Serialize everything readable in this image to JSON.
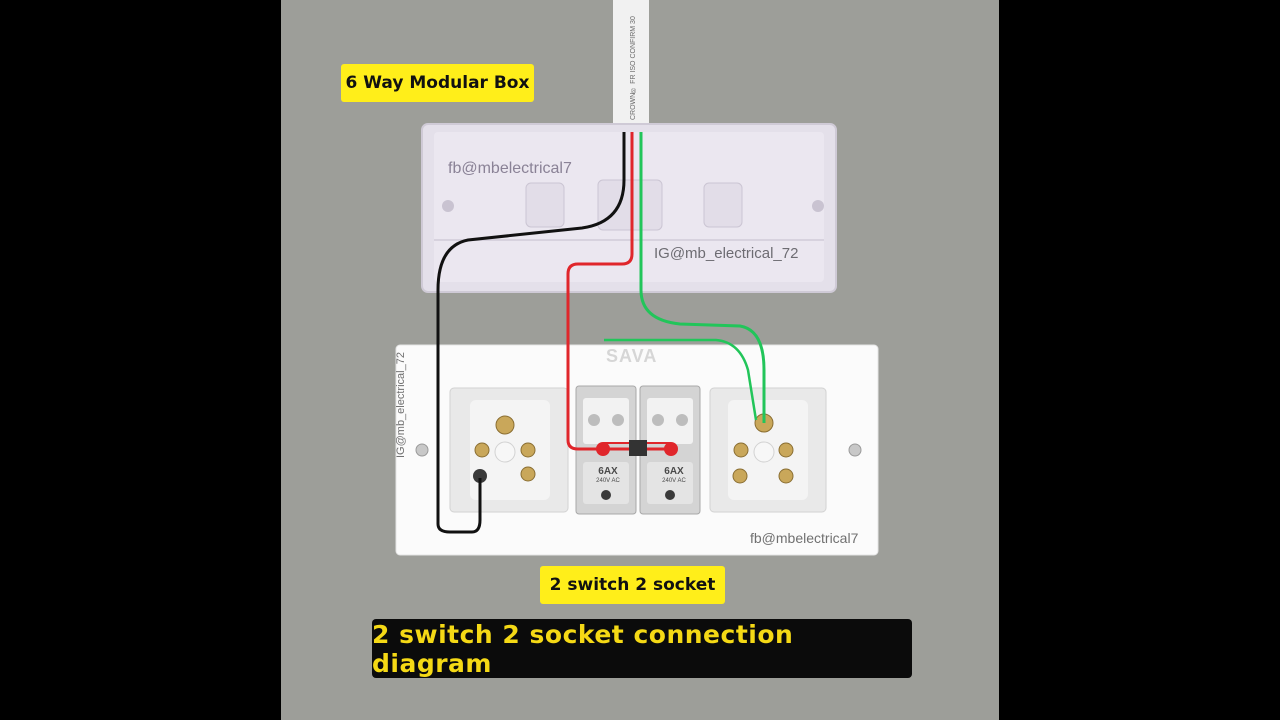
{
  "labels": {
    "box_label": "6 Way Modular Box",
    "panel_label": "2 switch 2 socket",
    "title": "2 switch 2 socket connection diagram"
  },
  "watermarks": {
    "box_fb": "fb@mbelectrical7",
    "box_ig": "IG@mb_electrical_72",
    "panel_fb": "fb@mbelectrical7",
    "panel_ig": "IG@mb_electrical_72"
  },
  "cable_print": "CROWN® FR ISO CONFIRM 30",
  "brand": "SAVA",
  "switch_rating": {
    "amp": "6AX",
    "volt": "240V AC"
  },
  "colors": {
    "background": "#9d9e99",
    "label_yellow": "#ffee1a",
    "title_text": "#f5d915",
    "wire_phase": "#e0262b",
    "wire_neutral": "#111111",
    "wire_earth": "#22c55a"
  }
}
